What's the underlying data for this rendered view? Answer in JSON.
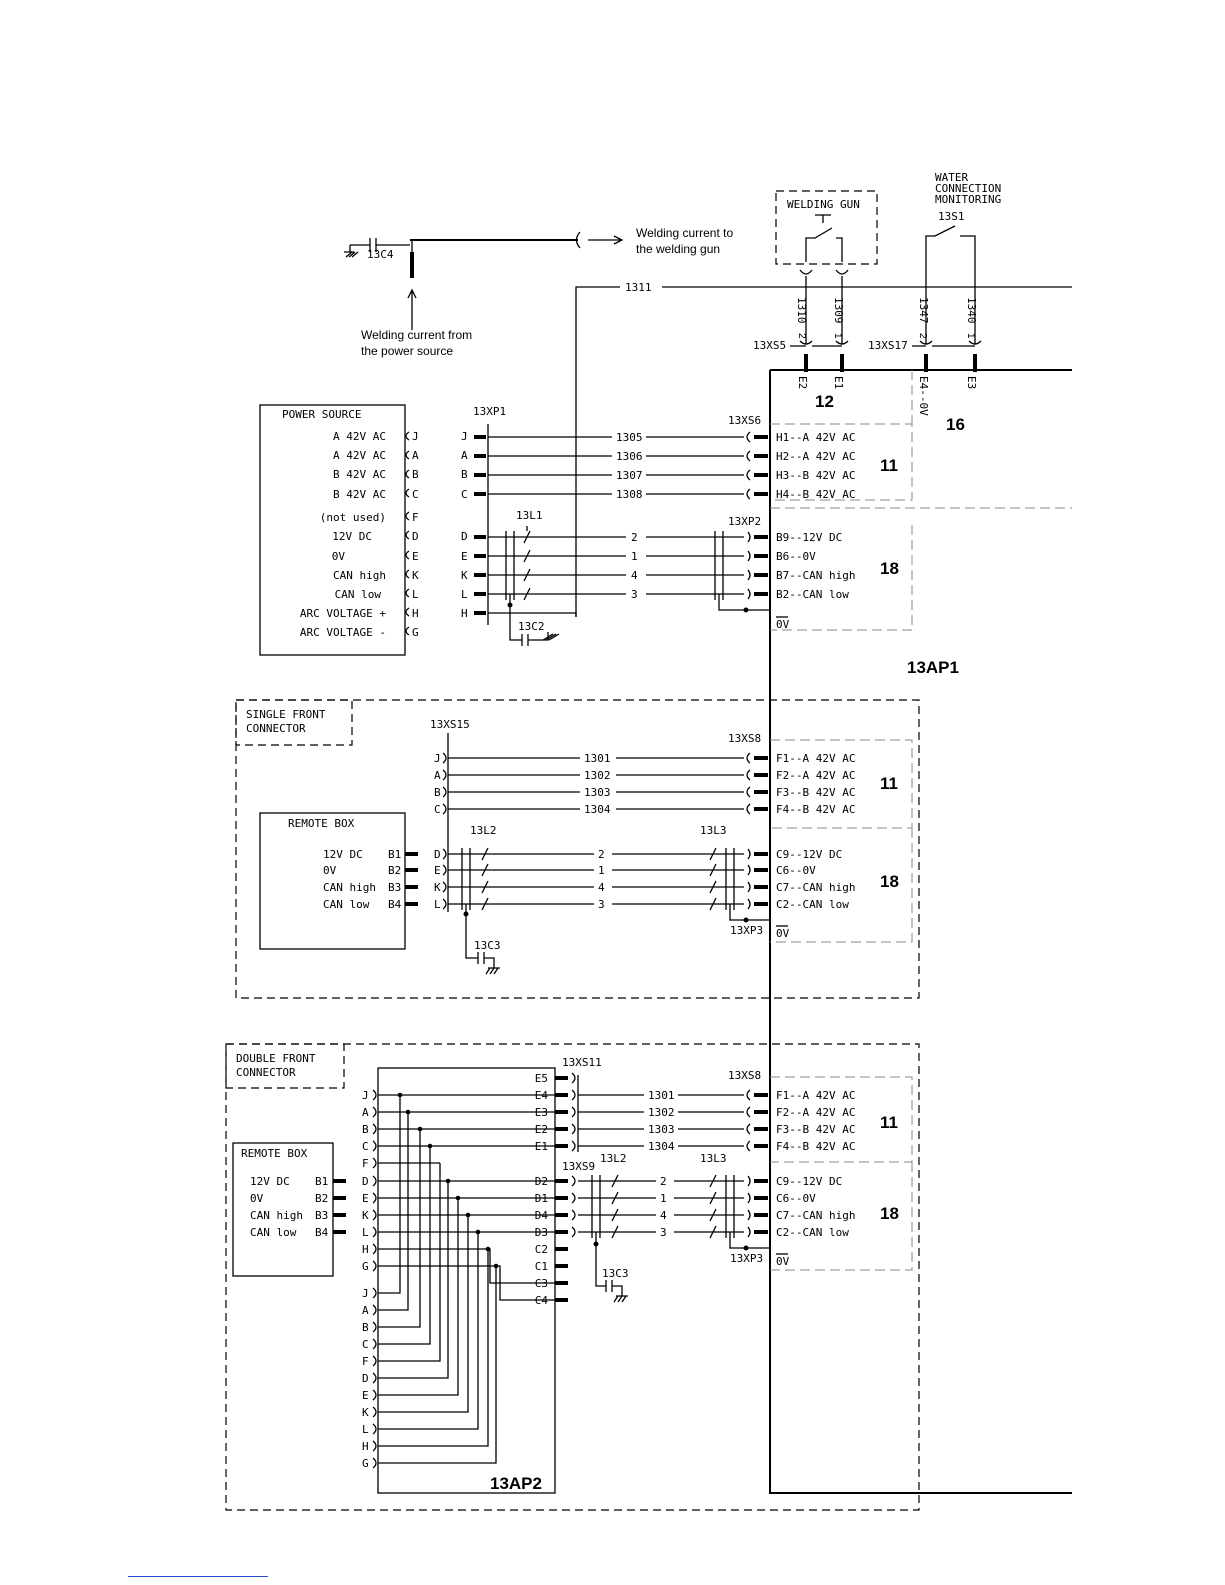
{
  "power": {
    "c4": "13C4",
    "to_gun": [
      "Welding current to",
      "the welding gun"
    ],
    "from_source": [
      "Welding current from",
      "the power source"
    ],
    "wire_1311": "1311"
  },
  "gun": {
    "label": "WELDING GUN",
    "wires": [
      "1310",
      "1309"
    ],
    "xs": "13XS5",
    "pins": [
      "E2",
      "E1"
    ],
    "pin_nums": [
      "2",
      "1"
    ],
    "section": "12"
  },
  "water": {
    "title": [
      "WATER",
      "CONNECTION",
      "MONITORING"
    ],
    "switch": "13S1",
    "wires": [
      "1347",
      "1340"
    ],
    "xs": "13XS17",
    "pins": [
      "E4--0V",
      "E3"
    ],
    "pin_nums": [
      "2",
      "1"
    ],
    "section": "16"
  },
  "board": {
    "label": "13AP1"
  },
  "psu": {
    "title": "POWER SOURCE",
    "signals": [
      "A 42V AC",
      "A 42V AC",
      "B 42V AC",
      "B 42V AC",
      "(not used)",
      "12V DC",
      "0V",
      "CAN high",
      "CAN low",
      "ARC VOLTAGE +",
      "ARC VOLTAGE -"
    ],
    "pins": [
      "J",
      "A",
      "B",
      "C",
      "F",
      "D",
      "E",
      "K",
      "L",
      "H",
      "G"
    ],
    "xp": "13XP1",
    "xp_pins": [
      "J",
      "A",
      "B",
      "C",
      "D",
      "E",
      "K",
      "L",
      "H"
    ],
    "l1": "13L1",
    "c2": "13C2",
    "wires_ac": [
      "1305",
      "1306",
      "1307",
      "1308"
    ],
    "wires_dc": [
      "2",
      "1",
      "4",
      "3"
    ],
    "xs_ac": "13XS6",
    "ac_pins": [
      "H1--A 42V AC",
      "H2--A 42V AC",
      "H3--B 42V AC",
      "H4--B 42V AC"
    ],
    "xp_dc": "13XP2",
    "dc_pins": [
      "B9--12V DC",
      "B6--0V",
      "B7--CAN high",
      "B2--CAN low"
    ],
    "zero": "0V",
    "sec_ac": "11",
    "sec_dc": "18"
  },
  "single": {
    "title": [
      "SINGLE FRONT",
      "CONNECTOR"
    ],
    "xs": "13XS15",
    "remote_title": "REMOTE BOX",
    "remote_signals": [
      "12V DC",
      "0V",
      "CAN high",
      "CAN low"
    ],
    "remote_pins": [
      "B1",
      "B2",
      "B3",
      "B4"
    ],
    "xs_pins": [
      "J",
      "A",
      "B",
      "C",
      "D",
      "E",
      "K",
      "L"
    ],
    "l2": "13L2",
    "l3": "13L3",
    "c3": "13C3",
    "wires_ac": [
      "1301",
      "1302",
      "1303",
      "1304"
    ],
    "wires_dc": [
      "2",
      "1",
      "4",
      "3"
    ],
    "xs_ac": "13XS8",
    "ac_pins": [
      "F1--A 42V AC",
      "F2--A 42V AC",
      "F3--B 42V AC",
      "F4--B 42V AC"
    ],
    "xp_dc": "13XP3",
    "dc_pins": [
      "C9--12V DC",
      "C6--0V",
      "C7--CAN high",
      "C2--CAN low"
    ],
    "zero": "0V",
    "sec_ac": "11",
    "sec_dc": "18"
  },
  "double": {
    "title": [
      "DOUBLE FRONT",
      "CONNECTOR"
    ],
    "board": "13AP2",
    "xs11": "13XS11",
    "xs9": "13XS9",
    "remote_title": "REMOTE BOX",
    "remote_signals": [
      "12V DC",
      "0V",
      "CAN high",
      "CAN low"
    ],
    "remote_pins": [
      "B1",
      "B2",
      "B3",
      "B4"
    ],
    "left_pins_top": [
      "J",
      "A",
      "B",
      "C",
      "F",
      "D",
      "E",
      "K",
      "L",
      "H",
      "G"
    ],
    "left_pins_bottom": [
      "J",
      "A",
      "B",
      "C",
      "F",
      "D",
      "E",
      "K",
      "L",
      "H",
      "G"
    ],
    "right_pins": [
      "E5",
      "E4",
      "E3",
      "E2",
      "E1",
      "D2",
      "D1",
      "D4",
      "D3",
      "C2",
      "C1",
      "C3",
      "C4"
    ],
    "l2": "13L2",
    "l3": "13L3",
    "c3": "13C3",
    "wires_ac": [
      "1301",
      "1302",
      "1303",
      "1304"
    ],
    "wires_dc": [
      "2",
      "1",
      "4",
      "3"
    ],
    "xs_ac": "13XS8",
    "ac_pins": [
      "F1--A 42V AC",
      "F2--A 42V AC",
      "F3--B 42V AC",
      "F4--B 42V AC"
    ],
    "xp_dc": "13XP3",
    "dc_pins": [
      "C9--12V DC",
      "C6--0V",
      "C7--CAN high",
      "C2--CAN low"
    ],
    "zero": "0V",
    "sec_ac": "11",
    "sec_dc": "18"
  }
}
